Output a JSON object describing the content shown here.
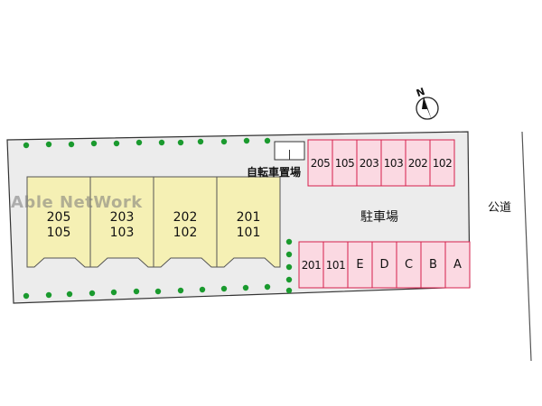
{
  "watermark": "Able NetWork",
  "north_label": "N",
  "bicycle_parking": "自転車置場",
  "parking_lot": "駐車場",
  "public_road": "公道",
  "buildings": [
    {
      "upper": "205",
      "lower": "105"
    },
    {
      "upper": "203",
      "lower": "103"
    },
    {
      "upper": "202",
      "lower": "102"
    },
    {
      "upper": "201",
      "lower": "101"
    }
  ],
  "top_parking_slots": [
    "205",
    "105",
    "203",
    "103",
    "202",
    "102"
  ],
  "bottom_parking_slots": [
    "201",
    "101",
    "E",
    "D",
    "C",
    "B",
    "A"
  ],
  "colors": {
    "building_fill": "#f5f0b4",
    "parking_fill": "#fbd9e2",
    "parking_border": "#d6204c",
    "lot_fill": "#ececec",
    "hedge": "#1a9a2e"
  }
}
